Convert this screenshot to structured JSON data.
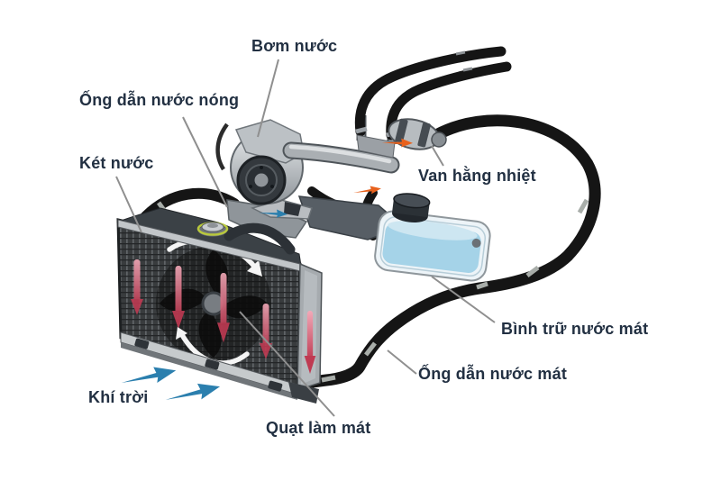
{
  "diagram": {
    "subject": "engine-cooling-system",
    "background": "#ffffff",
    "labels": {
      "water_pump": "Bơm nước",
      "hot_water_pipe": "Ống dẫn nước nóng",
      "radiator": "Két nước",
      "thermostat": "Van hằng nhiệt",
      "coolant_reservoir": "Bình trữ nước mát",
      "cool_water_pipe": "Ống dẫn nước mát",
      "cooling_fan": "Quạt làm mát",
      "outside_air": "Khí trời"
    },
    "colors": {
      "label_text": "#223042",
      "hose": "#151515",
      "leader_line": "#8f8f8f",
      "arrow_blue": "#2b7fae",
      "arrow_orange": "#e8611c",
      "coolant_arrow_top": "#f2a9b8",
      "coolant_arrow_bottom": "#bf3a52",
      "reservoir_fluid": "#a5d3e8",
      "rotation_arrow": "#f5f5f5",
      "radiator_cap_ring": "#b9c93c"
    }
  }
}
